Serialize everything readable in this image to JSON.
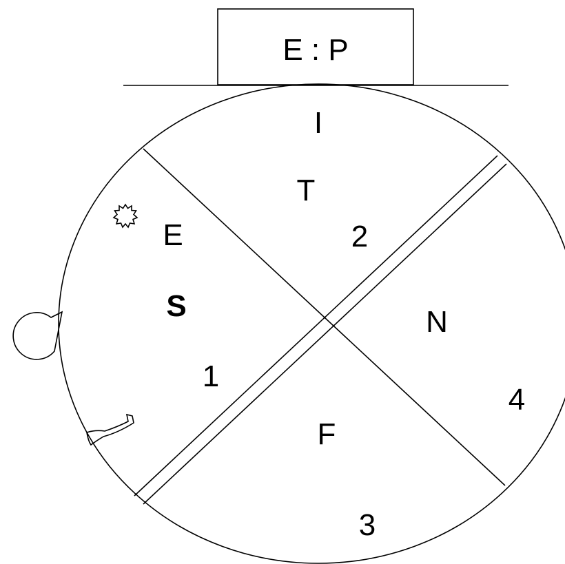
{
  "header_box": {
    "text": "E : P"
  },
  "quadrants": {
    "top": {
      "letter": "I",
      "secondary": "T",
      "number": "2"
    },
    "left": {
      "letter": "E",
      "secondary": "S",
      "number": "1"
    },
    "right": {
      "letter": "N",
      "number": "4"
    },
    "bottom": {
      "letter": "F",
      "number": "3"
    }
  },
  "colors": {
    "line": "#000000",
    "background": "#ffffff",
    "text": "#000000"
  },
  "icons": [
    "sun-burst-icon",
    "speech-bubble-icon",
    "ribbon-scroll-icon"
  ]
}
